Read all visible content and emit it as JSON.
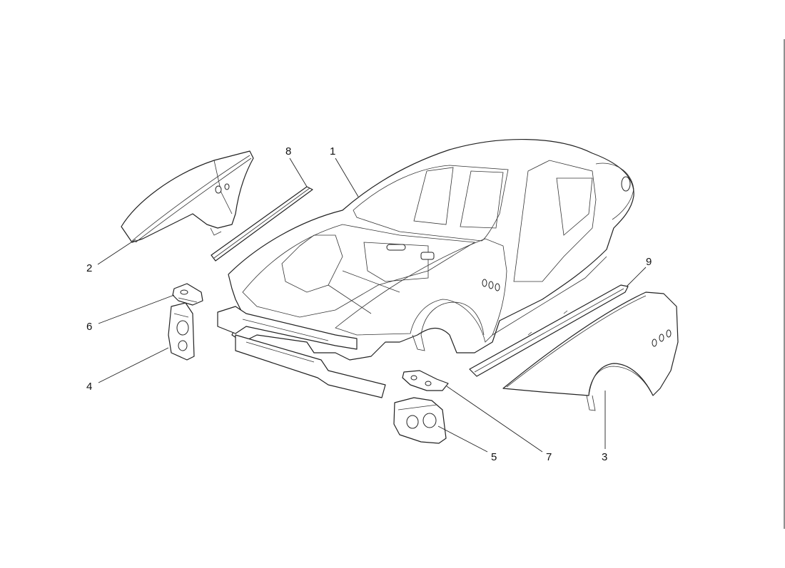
{
  "callouts": [
    {
      "id": "1",
      "label": "1"
    },
    {
      "id": "2",
      "label": "2"
    },
    {
      "id": "3",
      "label": "3"
    },
    {
      "id": "4",
      "label": "4"
    },
    {
      "id": "5",
      "label": "5"
    },
    {
      "id": "6",
      "label": "6"
    },
    {
      "id": "7",
      "label": "7"
    },
    {
      "id": "8",
      "label": "8"
    },
    {
      "id": "9",
      "label": "9"
    }
  ],
  "colors": {
    "line": "#222222",
    "background": "#ffffff"
  }
}
